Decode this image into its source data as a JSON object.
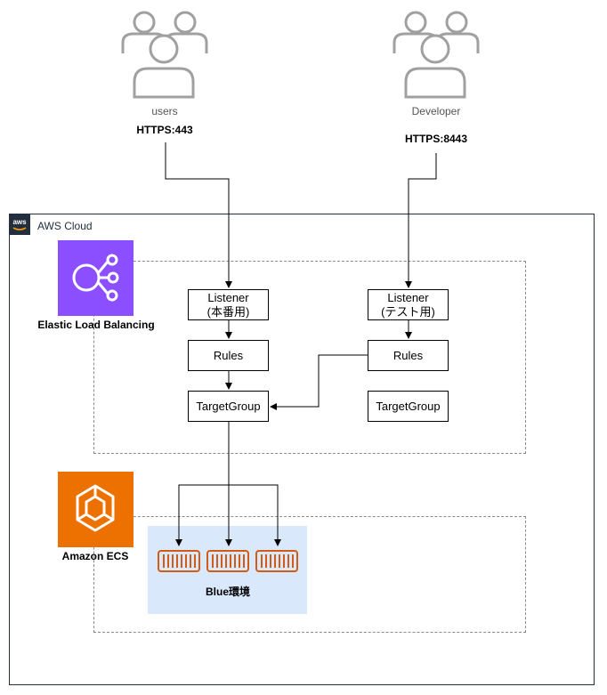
{
  "users": {
    "label": "users",
    "protocol": "HTTPS:443"
  },
  "developer": {
    "label": "Developer",
    "protocol": "HTTPS:8443"
  },
  "cloud": {
    "title": "AWS Cloud",
    "logo_text": "aws"
  },
  "elb": {
    "label": "Elastic Load Balancing"
  },
  "ecs": {
    "label": "Amazon ECS"
  },
  "listener_prod": {
    "label": "Listener\n(本番用)"
  },
  "listener_test": {
    "label": "Listener\n(テスト用)"
  },
  "rules_prod": {
    "label": "Rules"
  },
  "rules_test": {
    "label": "Rules"
  },
  "tg_blue": {
    "label": "TargetGroup"
  },
  "tg_green": {
    "label": "TargetGroup"
  },
  "blue_env": {
    "label": "Blue環境"
  },
  "colors": {
    "elb": "#8c4fff",
    "ecs": "#ed7100",
    "container": "#d05c17",
    "blue_area": "#dae8fc",
    "user_icon": "#a0a0a0"
  }
}
